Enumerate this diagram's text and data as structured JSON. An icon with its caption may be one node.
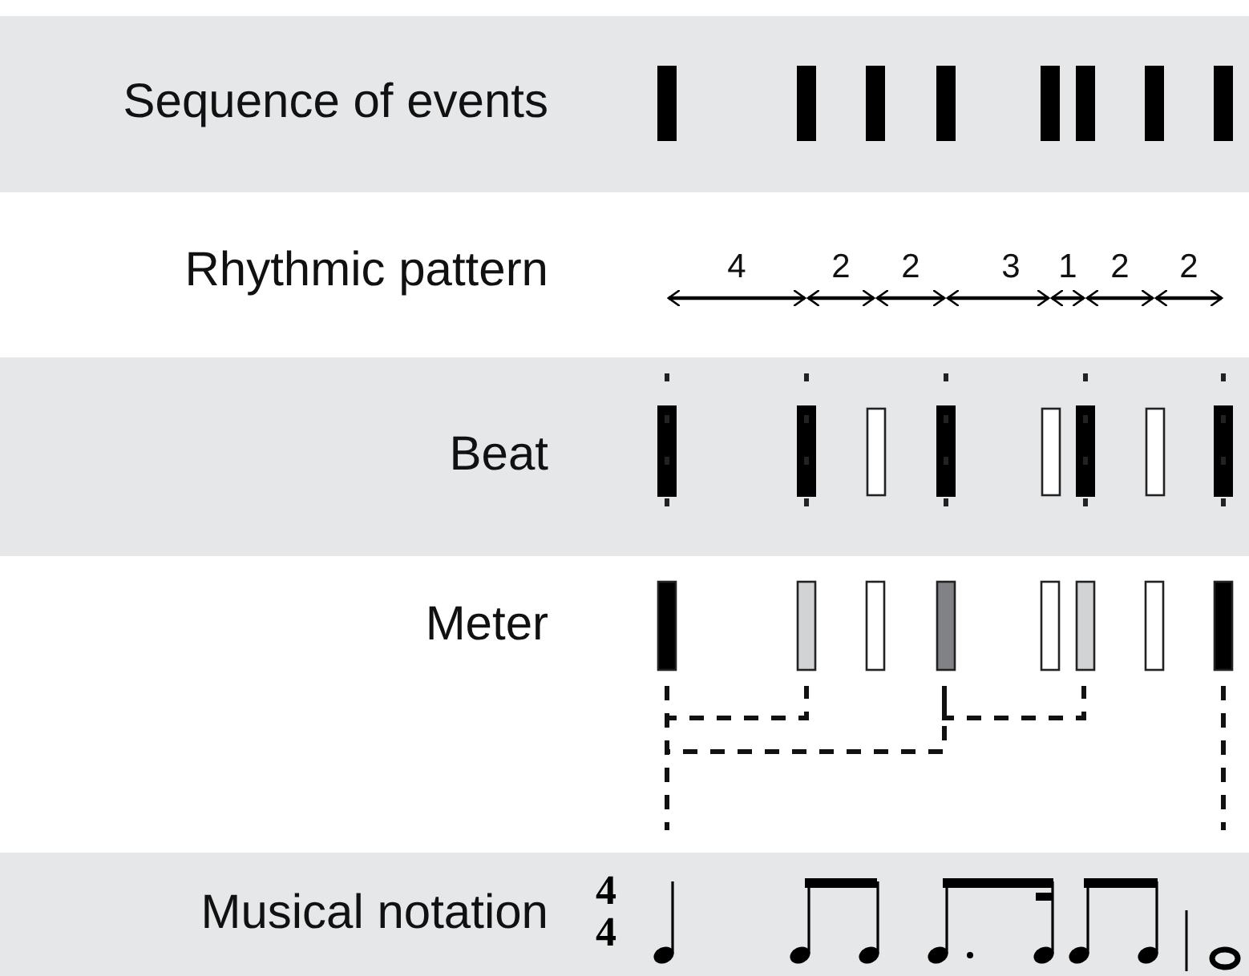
{
  "diagram": {
    "nodes": [
      {
        "text": [
          "Sequence of events"
        ]
      },
      {
        "text": [
          "Beat"
        ]
      },
      {
        "text": [
          "Musical notation"
        ]
      }
    ],
    "labels": [
      "Rhythmic pattern",
      "4",
      "2",
      "2",
      "3",
      "1",
      "2",
      "2",
      "Meter",
      "4",
      "4"
    ]
  }
}
